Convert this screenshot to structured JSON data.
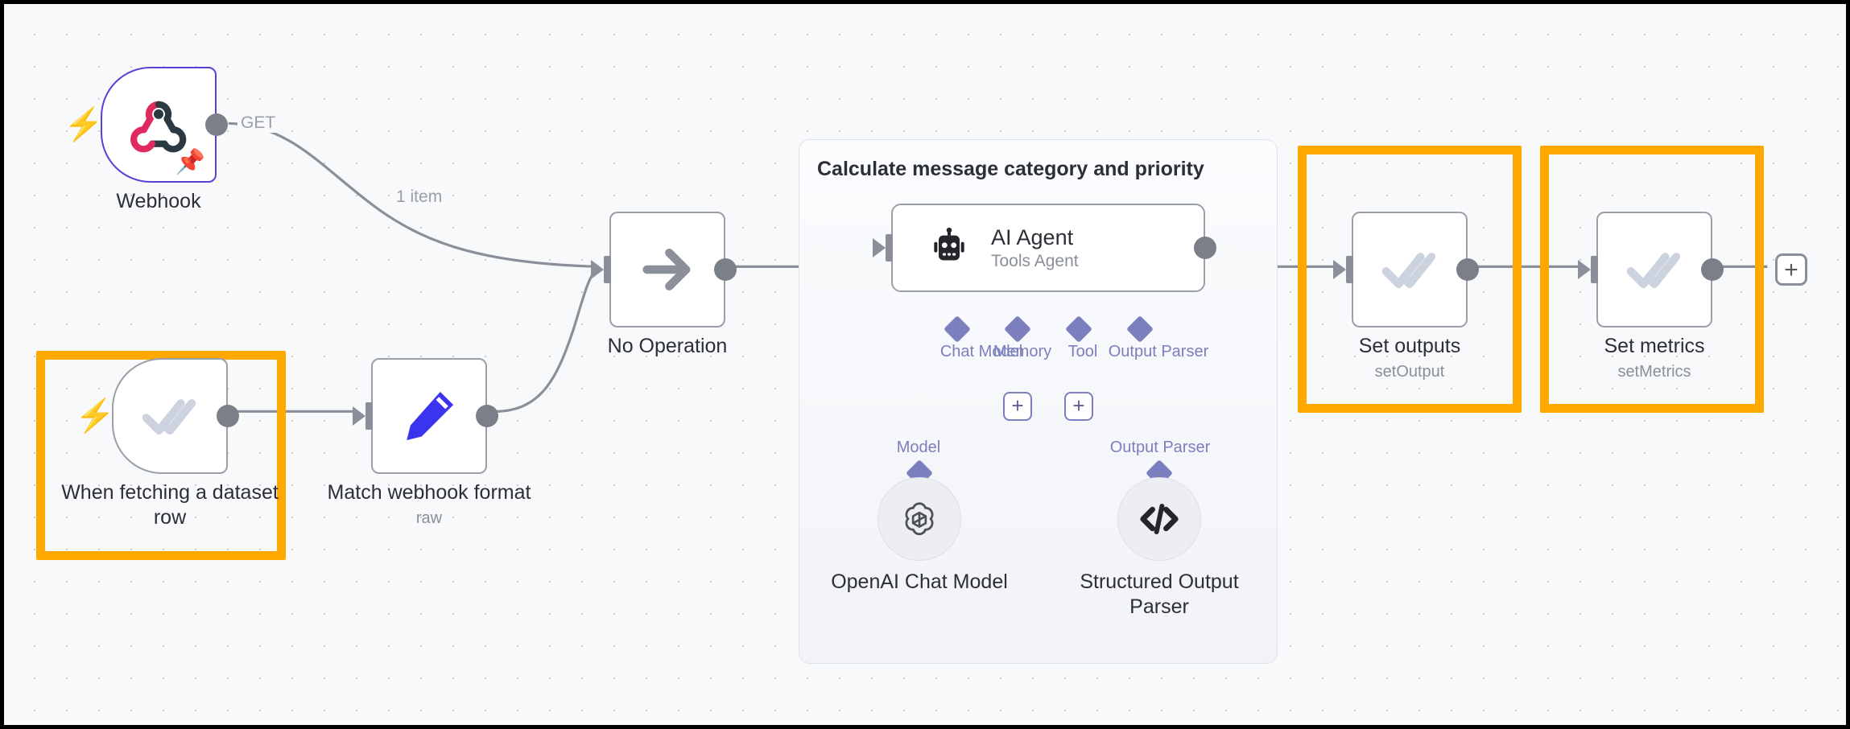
{
  "canvas": {
    "background_color": "#f8f9fb",
    "grid_dot_color": "#c9cdd6",
    "highlight_color": "#ffa800",
    "accent_purple": "#5b3fd6",
    "connector_purple": "#7b7fbd",
    "edge_color": "#8a8f99"
  },
  "group": {
    "title": "Calculate message category and priority"
  },
  "nodes": {
    "webhook": {
      "label": "Webhook",
      "icon": "webhook-icon",
      "output_label": "GET",
      "pinned": true,
      "trigger": true
    },
    "dataset_trigger": {
      "label": "When fetching a dataset row",
      "icon": "double-check-icon",
      "trigger": true,
      "highlighted": true
    },
    "match_webhook_format": {
      "label": "Match webhook format",
      "subtitle": "raw",
      "icon": "pencil-icon"
    },
    "no_operation": {
      "label": "No Operation",
      "icon": "arrow-right-icon",
      "selected": true
    },
    "ai_agent": {
      "label": "AI Agent",
      "subtitle": "Tools Agent",
      "icon": "robot-icon"
    },
    "set_outputs": {
      "label": "Set outputs",
      "subtitle": "setOutput",
      "icon": "double-check-icon",
      "highlighted": true
    },
    "set_metrics": {
      "label": "Set metrics",
      "subtitle": "setMetrics",
      "icon": "double-check-icon",
      "highlighted": true
    },
    "openai_chat_model": {
      "label": "OpenAI Chat Model",
      "icon": "openai-icon",
      "connector_label": "Model"
    },
    "structured_output_parser": {
      "label": "Structured Output Parser",
      "icon": "code-brackets-icon",
      "connector_label": "Output Parser"
    }
  },
  "agent_connectors": [
    {
      "label": "Chat Model"
    },
    {
      "label": "Memory"
    },
    {
      "label": "Tool"
    },
    {
      "label": "Output Parser"
    }
  ],
  "edges": {
    "webhook_to_noop_label": "1 item"
  },
  "buttons": {
    "add_node": "+",
    "add_memory": "+",
    "add_tool": "+"
  }
}
